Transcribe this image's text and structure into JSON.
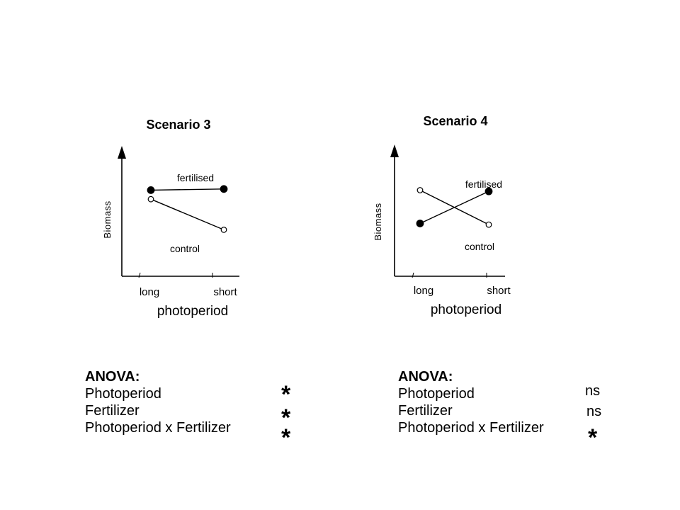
{
  "chart_data": [
    {
      "type": "line",
      "title": "Scenario 3",
      "ylabel": "Biomass",
      "xlabel": "photoperiod",
      "categories": [
        "long",
        "short"
      ],
      "ylim": [
        0,
        10
      ],
      "series": [
        {
          "name": "fertilised",
          "values": [
            7.6,
            7.7
          ],
          "marker": "filled-circle"
        },
        {
          "name": "control",
          "values": [
            6.8,
            4.1
          ],
          "marker": "open-circle"
        }
      ]
    },
    {
      "type": "line",
      "title": "Scenario 4",
      "ylabel": "Biomass",
      "xlabel": "photoperiod",
      "categories": [
        "long",
        "short"
      ],
      "ylim": [
        0,
        10
      ],
      "series": [
        {
          "name": "fertilised",
          "values": [
            4.6,
            7.4
          ],
          "marker": "filled-circle"
        },
        {
          "name": "control",
          "values": [
            7.5,
            4.5
          ],
          "marker": "open-circle"
        }
      ]
    }
  ],
  "anova": [
    {
      "heading": "ANOVA:",
      "rows": [
        {
          "label": "Photoperiod",
          "result": "*"
        },
        {
          "label": "Fertilizer",
          "result": "*"
        },
        {
          "label": "Photoperiod x Fertilizer",
          "result": "*"
        }
      ]
    },
    {
      "heading": "ANOVA:",
      "rows": [
        {
          "label": "Photoperiod",
          "result": "ns"
        },
        {
          "label": "Fertilizer",
          "result": "ns"
        },
        {
          "label": "Photoperiod x Fertilizer",
          "result": "*"
        }
      ]
    }
  ]
}
